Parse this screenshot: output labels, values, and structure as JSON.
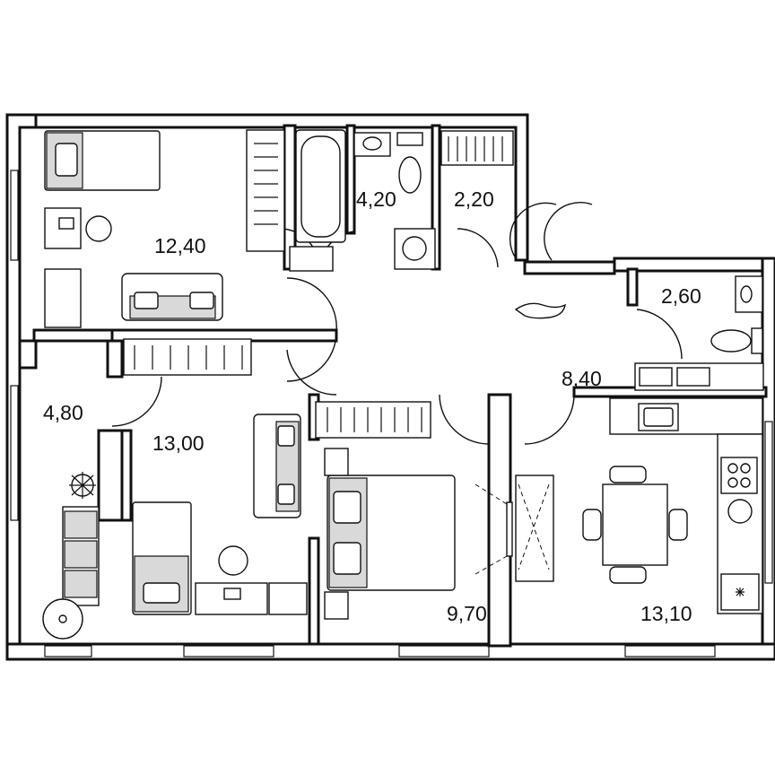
{
  "floor_plan": {
    "rooms": [
      {
        "id": "bedroom-top",
        "area": "12,40"
      },
      {
        "id": "bathroom",
        "area": "4,20"
      },
      {
        "id": "toilet",
        "area": "2,20"
      },
      {
        "id": "guest-wc",
        "area": "2,60"
      },
      {
        "id": "hall",
        "area": "8,40"
      },
      {
        "id": "balcony",
        "area": "4,80"
      },
      {
        "id": "living-room",
        "area": "13,00"
      },
      {
        "id": "bedroom-bottom",
        "area": "9,70"
      },
      {
        "id": "kitchen",
        "area": "13,10"
      }
    ]
  }
}
